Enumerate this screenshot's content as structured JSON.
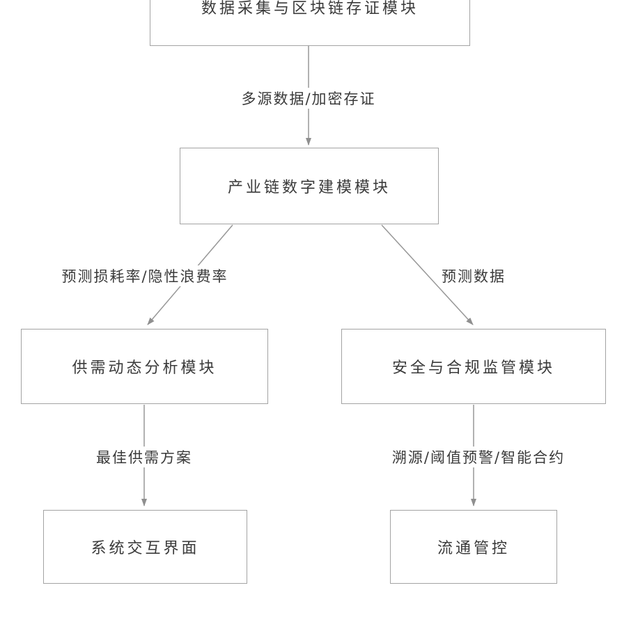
{
  "diagram": {
    "nodes": {
      "data_collection": {
        "label": "数据采集与区块链存证模块"
      },
      "digital_modeling": {
        "label": "产业链数字建模模块"
      },
      "supply_demand": {
        "label": "供需动态分析模块"
      },
      "security_compliance": {
        "label": "安全与合规监管模块"
      },
      "system_ui": {
        "label": "系统交互界面"
      },
      "circulation_control": {
        "label": "流通管控"
      }
    },
    "edge_labels": {
      "multi_source": "多源数据/加密存证",
      "loss_rate": "预测损耗率/隐性浪费率",
      "forecast_data": "预测数据",
      "best_plan": "最佳供需方案",
      "trace": "溯源/阈值预警/智能合约"
    },
    "colors": {
      "border": "#a3a3a3",
      "text": "#3a3a3a",
      "arrow": "#8f8f8f",
      "background": "#ffffff"
    }
  }
}
